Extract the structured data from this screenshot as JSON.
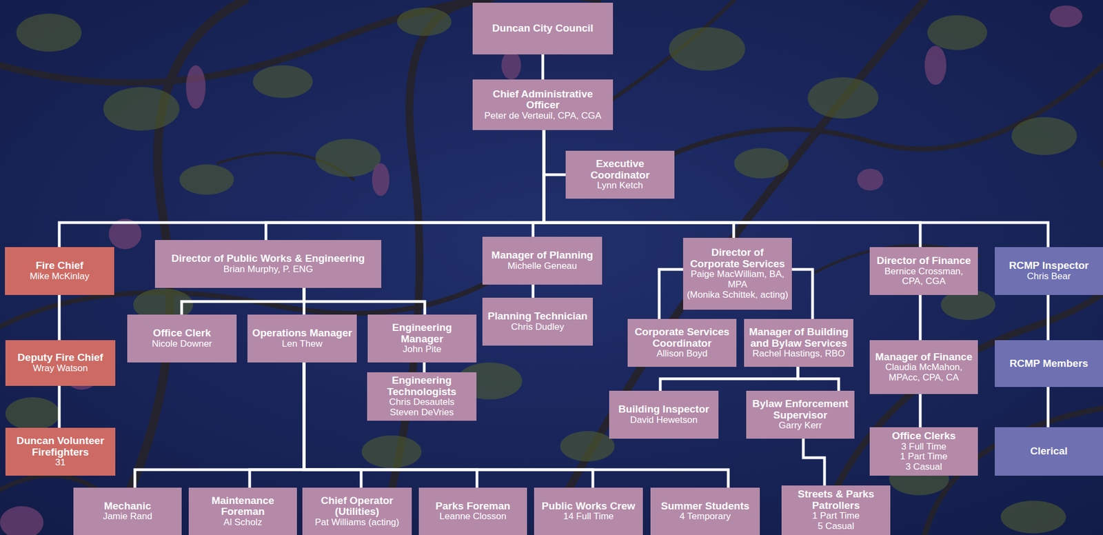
{
  "diagram": {
    "nodes": [
      {
        "text": [
          "Duncan City Council"
        ]
      },
      {
        "text": [
          "Chief Administrative Officer",
          "Peter de Verteuil, CPA, CGA"
        ]
      },
      {
        "text": [
          "Executive Coordinator",
          "Lynn Ketch"
        ]
      },
      {
        "text": [
          "Fire Chief",
          "Mike McKinlay"
        ]
      },
      {
        "text": [
          "Director of Public Works & Engineering",
          "Brian Murphy, P. ENG"
        ]
      },
      {
        "text": [
          "Manager of Planning",
          "Michelle Geneau"
        ]
      },
      {
        "text": [
          "Director of Corporate Services",
          "Paige MacWilliam, BA, MPA",
          "(Monika Schittek, acting)"
        ]
      },
      {
        "text": [
          "Director of Finance",
          "Bernice Crossman, CPA, CGA"
        ]
      },
      {
        "text": [
          "RCMP Inspector",
          "Chris Bear"
        ]
      },
      {
        "text": [
          "Deputy Fire Chief",
          "Wray Watson"
        ]
      },
      {
        "text": [
          "Office Clerk",
          "Nicole Downer"
        ]
      },
      {
        "text": [
          "Operations Manager",
          "Len Thew"
        ]
      },
      {
        "text": [
          "Engineering Manager",
          "John Pite"
        ]
      },
      {
        "text": [
          "Planning Technician",
          "Chris Dudley"
        ]
      },
      {
        "text": [
          "Corporate Services Coordinator",
          "Allison Boyd"
        ]
      },
      {
        "text": [
          "Manager of Building and Bylaw Services",
          "Rachel Hastings, RBO"
        ]
      },
      {
        "text": [
          "Manager of Finance",
          "Claudia McMahon, MPAcc, CPA, CA"
        ]
      },
      {
        "text": [
          "RCMP Members"
        ]
      },
      {
        "text": [
          "Engineering Technologists",
          "Chris Desautels",
          "Steven DeVries"
        ]
      },
      {
        "text": [
          "Building Inspector",
          "David Hewetson"
        ]
      },
      {
        "text": [
          "Bylaw Enforcement Supervisor",
          "Garry Kerr"
        ]
      },
      {
        "text": [
          "Duncan Volunteer Firefighters",
          "31"
        ]
      },
      {
        "text": [
          "Office Clerks",
          "3 Full Time",
          "1 Part Time",
          "3 Casual"
        ]
      },
      {
        "text": [
          "Clerical"
        ]
      },
      {
        "text": [
          "Mechanic",
          "Jamie Rand"
        ]
      },
      {
        "text": [
          "Maintenance Foreman",
          "Al Scholz"
        ]
      },
      {
        "text": [
          "Chief Operator (Utilities)",
          "Pat Williams (acting)"
        ]
      },
      {
        "text": [
          "Parks Foreman",
          "Leanne Closson"
        ]
      },
      {
        "text": [
          "Public Works Crew",
          "14 Full Time"
        ]
      },
      {
        "text": [
          "Summer Students",
          "4 Temporary"
        ]
      },
      {
        "text": [
          "Streets & Parks Patrollers",
          "1 Part Time",
          "5 Casual"
        ]
      }
    ],
    "edges": [
      {
        "from": 0,
        "to": 1,
        "arrow": "none"
      },
      {
        "from": 1,
        "to": 2,
        "arrow": "none"
      },
      {
        "from": 1,
        "to": 3,
        "arrow": "none"
      },
      {
        "from": 1,
        "to": 4,
        "arrow": "none"
      },
      {
        "from": 1,
        "to": 5,
        "arrow": "none"
      },
      {
        "from": 1,
        "to": 6,
        "arrow": "none"
      },
      {
        "from": 1,
        "to": 7,
        "arrow": "none"
      },
      {
        "from": 1,
        "to": 8,
        "arrow": "none"
      },
      {
        "from": 3,
        "to": 9,
        "arrow": "none"
      },
      {
        "from": 9,
        "to": 21,
        "arrow": "none"
      },
      {
        "from": 4,
        "to": 10,
        "arrow": "none"
      },
      {
        "from": 4,
        "to": 11,
        "arrow": "none"
      },
      {
        "from": 4,
        "to": 12,
        "arrow": "none"
      },
      {
        "from": 12,
        "to": 18,
        "arrow": "none"
      },
      {
        "from": 5,
        "to": 13,
        "arrow": "none"
      },
      {
        "from": 6,
        "to": 14,
        "arrow": "none"
      },
      {
        "from": 6,
        "to": 15,
        "arrow": "none"
      },
      {
        "from": 15,
        "to": 19,
        "arrow": "none"
      },
      {
        "from": 15,
        "to": 20,
        "arrow": "none"
      },
      {
        "from": 20,
        "to": 30,
        "arrow": "none"
      },
      {
        "from": 7,
        "to": 16,
        "arrow": "none"
      },
      {
        "from": 16,
        "to": 22,
        "arrow": "none"
      },
      {
        "from": 8,
        "to": 17,
        "arrow": "none"
      },
      {
        "from": 17,
        "to": 23,
        "arrow": "none"
      },
      {
        "from": 11,
        "to": 24,
        "arrow": "none"
      },
      {
        "from": 11,
        "to": 25,
        "arrow": "none"
      },
      {
        "from": 11,
        "to": 26,
        "arrow": "none"
      },
      {
        "from": 11,
        "to": 27,
        "arrow": "none"
      },
      {
        "from": 11,
        "to": 28,
        "arrow": "none"
      },
      {
        "from": 11,
        "to": 29,
        "arrow": "none"
      }
    ]
  }
}
